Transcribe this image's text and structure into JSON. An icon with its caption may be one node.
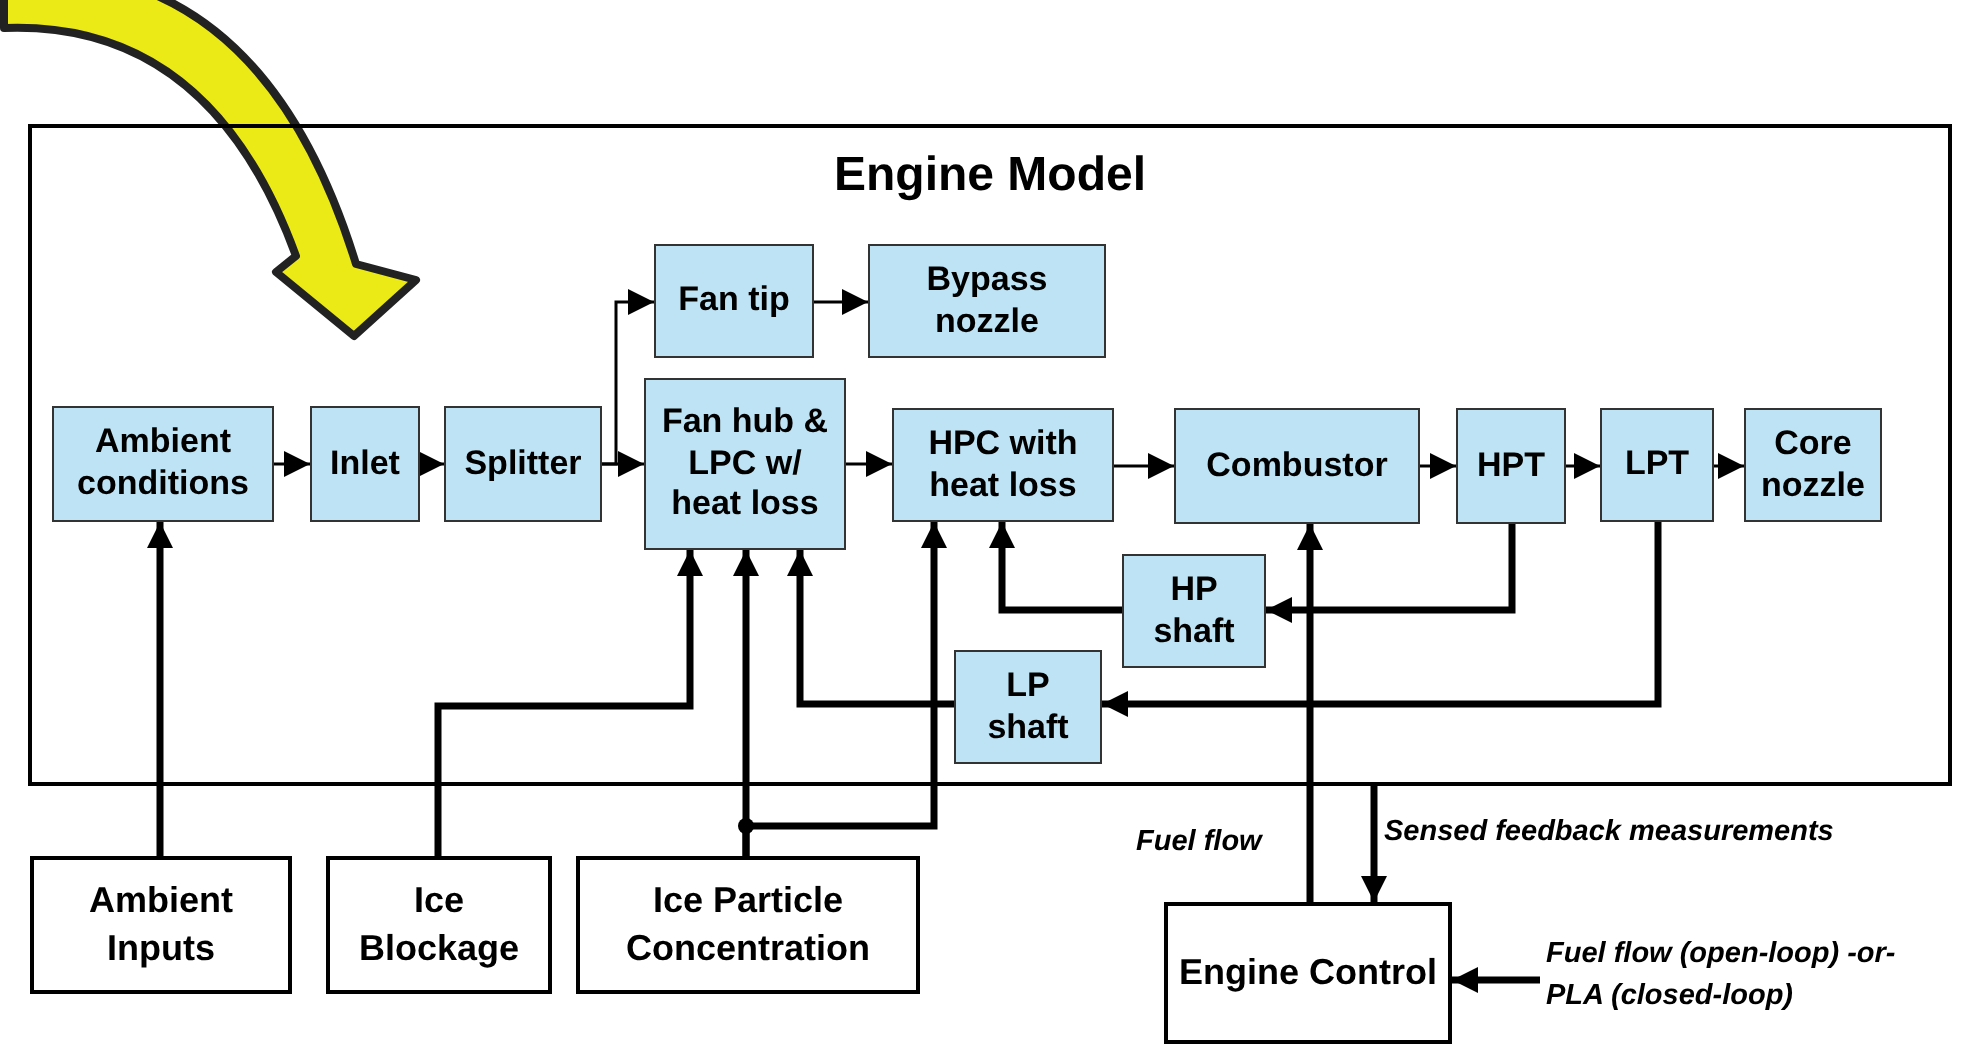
{
  "diagram": {
    "nodes": [
      {
        "text": [
          "Engine Model"
        ]
      },
      {
        "text": [
          "Ambient conditions"
        ],
        "in": 0
      },
      {
        "text": [
          "Inlet"
        ],
        "in": 0
      },
      {
        "text": [
          "Splitter"
        ],
        "in": 0
      },
      {
        "text": [
          "Fan tip"
        ],
        "in": 0
      },
      {
        "text": [
          "Bypass nozzle"
        ],
        "in": 0
      },
      {
        "text": [
          "Fan hub & LPC w/ heat loss"
        ],
        "in": 0
      },
      {
        "text": [
          "HPC with heat loss"
        ],
        "in": 0
      },
      {
        "text": [
          "Combustor"
        ],
        "in": 0
      },
      {
        "text": [
          "HPT"
        ],
        "in": 0
      },
      {
        "text": [
          "LPT"
        ],
        "in": 0
      },
      {
        "text": [
          "Core nozzle"
        ],
        "in": 0
      },
      {
        "text": [
          "HP shaft"
        ],
        "in": 0
      },
      {
        "text": [
          "LP shaft"
        ],
        "in": 0
      },
      {
        "text": [
          "Ambient Inputs"
        ]
      },
      {
        "text": [
          "Ice Blockage"
        ]
      },
      {
        "text": [
          "Ice Particle Concentration"
        ]
      },
      {
        "text": [
          "Engine Control"
        ]
      },
      {
        "text": [
          "Fuel flow (open-loop) -or- PLA (closed-loop)"
        ]
      }
    ],
    "edges": [
      {
        "from": 1,
        "to": 2,
        "arrow": "to"
      },
      {
        "from": 2,
        "to": 3,
        "arrow": "to"
      },
      {
        "from": 3,
        "to": 4,
        "arrow": "to"
      },
      {
        "from": 3,
        "to": 6,
        "arrow": "to"
      },
      {
        "from": 4,
        "to": 5,
        "arrow": "to"
      },
      {
        "from": 6,
        "to": 7,
        "arrow": "to"
      },
      {
        "from": 7,
        "to": 8,
        "arrow": "to"
      },
      {
        "from": 8,
        "to": 9,
        "arrow": "to"
      },
      {
        "from": 9,
        "to": 10,
        "arrow": "to"
      },
      {
        "from": 10,
        "to": 11,
        "arrow": "to"
      },
      {
        "from": 9,
        "to": 12,
        "arrow": "to"
      },
      {
        "from": 12,
        "to": 7,
        "arrow": "to"
      },
      {
        "from": 10,
        "to": 13,
        "arrow": "to"
      },
      {
        "from": 13,
        "to": 6,
        "arrow": "to"
      },
      {
        "from": 14,
        "to": 1,
        "arrow": "to"
      },
      {
        "from": 15,
        "to": 6,
        "arrow": "to"
      },
      {
        "from": 16,
        "to": 6,
        "arrow": "to"
      },
      {
        "from": 16,
        "to": 7,
        "arrow": "to"
      },
      {
        "from": 17,
        "to": 8,
        "arrow": "to",
        "label": "Fuel flow"
      },
      {
        "from": 0,
        "to": 17,
        "arrow": "to",
        "label": "Sensed feedback measurements"
      },
      {
        "from": 18,
        "to": 17,
        "arrow": "to"
      }
    ]
  }
}
